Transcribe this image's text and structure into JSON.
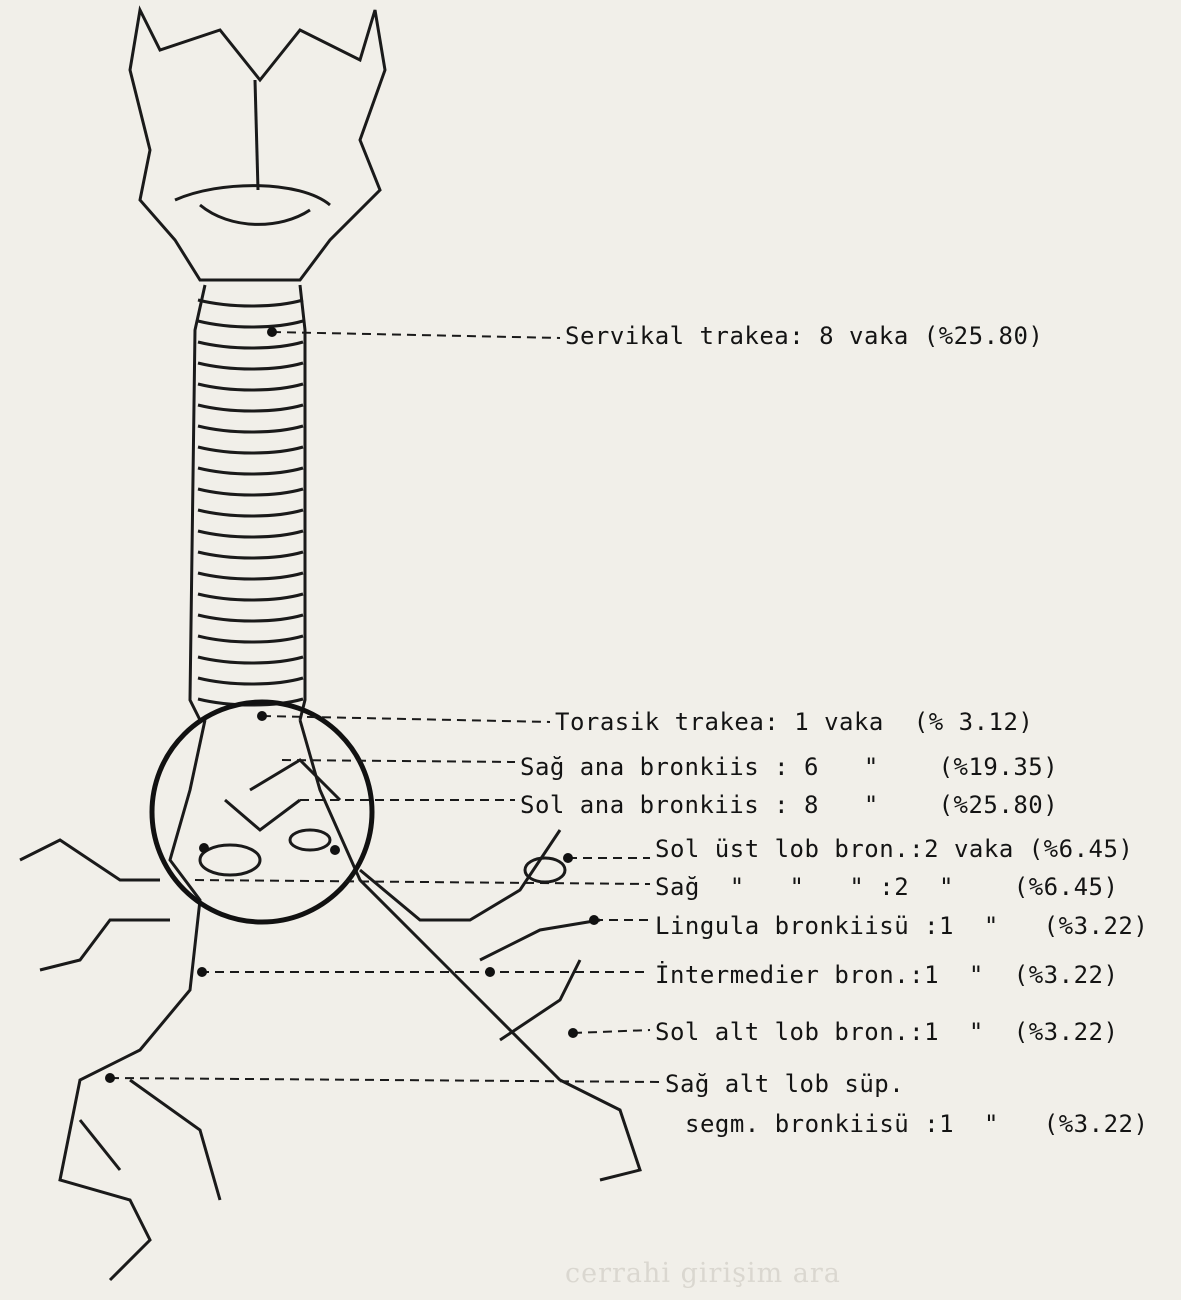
{
  "labels": {
    "servikal": "Servikal trakea: 8 vaka (%25.80)",
    "torasik": "Torasik trakea: 1 vaka  (% 3.12)",
    "sag_ana": "Sağ ana bronkiis : 6   \"    (%19.35)",
    "sol_ana": "Sol ana bronkiis : 8   \"    (%25.80)",
    "sol_ust": "Sol üst lob bron.:2 vaka (%6.45)",
    "sag_ust": "Sağ  \"   \"   \" :2  \"    (%6.45)",
    "lingula": "Lingula bronkiisü :1  \"   (%3.22)",
    "intermedier": "İntermedier bron.:1  \"  (%3.22)",
    "sol_alt": "Sol alt lob bron.:1  \"  (%3.22)",
    "sag_alt_1": "Sağ alt lob süp.",
    "sag_alt_2": "segm. bronkiisü :1  \"   (%3.22)"
  },
  "bleed_through": {
    "line1": "cerrahi girişim ara"
  },
  "colors": {
    "paper": "#f1efe9",
    "ink": "#141414",
    "ghost": "#c9c5bc"
  }
}
